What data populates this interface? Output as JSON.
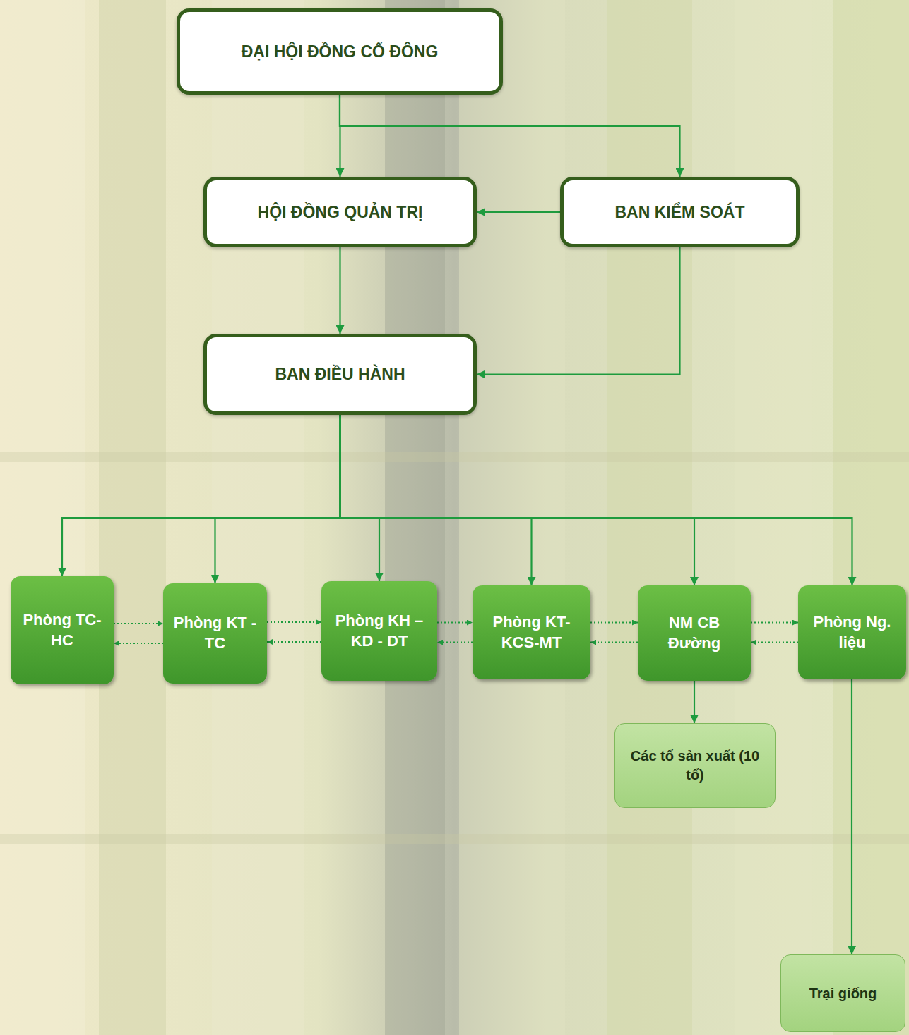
{
  "diagram": {
    "nodes": [
      {
        "text": [
          "ĐẠI HỘI ĐỒNG CỔ ĐÔNG"
        ]
      },
      {
        "text": [
          "HỘI ĐỒNG QUẢN TRỊ"
        ]
      },
      {
        "text": [
          "BAN KIỂM SOÁT"
        ]
      },
      {
        "text": [
          "BAN ĐIỀU HÀNH"
        ]
      },
      {
        "text": [
          "Phòng TC- HC"
        ]
      },
      {
        "text": [
          "Phòng KT - TC"
        ]
      },
      {
        "text": [
          "Phòng KH – KD - DT"
        ]
      },
      {
        "text": [
          "Phòng KT-KCS-MT"
        ]
      },
      {
        "text": [
          "NM CB Đường"
        ]
      },
      {
        "text": [
          "Phòng Ng. liệu"
        ]
      },
      {
        "text": [
          "Các tổ sản xuất (10 tổ)"
        ]
      },
      {
        "text": [
          "Trại giống"
        ]
      }
    ],
    "edges": [
      {
        "from": 0,
        "to": 1,
        "arrow": "to"
      },
      {
        "from": 0,
        "to": 2,
        "arrow": "to"
      },
      {
        "from": 2,
        "to": 1,
        "arrow": "to"
      },
      {
        "from": 1,
        "to": 3,
        "arrow": "to"
      },
      {
        "from": 2,
        "to": 3,
        "arrow": "to"
      },
      {
        "from": 3,
        "to": 4,
        "arrow": "to"
      },
      {
        "from": 3,
        "to": 5,
        "arrow": "to"
      },
      {
        "from": 3,
        "to": 6,
        "arrow": "to"
      },
      {
        "from": 3,
        "to": 7,
        "arrow": "to"
      },
      {
        "from": 3,
        "to": 8,
        "arrow": "to"
      },
      {
        "from": 3,
        "to": 9,
        "arrow": "to"
      },
      {
        "from": 4,
        "to": 5,
        "arrow": "to"
      },
      {
        "from": 5,
        "to": 4,
        "arrow": "to"
      },
      {
        "from": 5,
        "to": 6,
        "arrow": "to"
      },
      {
        "from": 6,
        "to": 5,
        "arrow": "to"
      },
      {
        "from": 6,
        "to": 7,
        "arrow": "to"
      },
      {
        "from": 7,
        "to": 6,
        "arrow": "to"
      },
      {
        "from": 7,
        "to": 8,
        "arrow": "to"
      },
      {
        "from": 8,
        "to": 7,
        "arrow": "to"
      },
      {
        "from": 8,
        "to": 9,
        "arrow": "to"
      },
      {
        "from": 9,
        "to": 8,
        "arrow": "to"
      },
      {
        "from": 8,
        "to": 10,
        "arrow": "to"
      },
      {
        "from": 9,
        "to": 11,
        "arrow": "to"
      }
    ]
  }
}
